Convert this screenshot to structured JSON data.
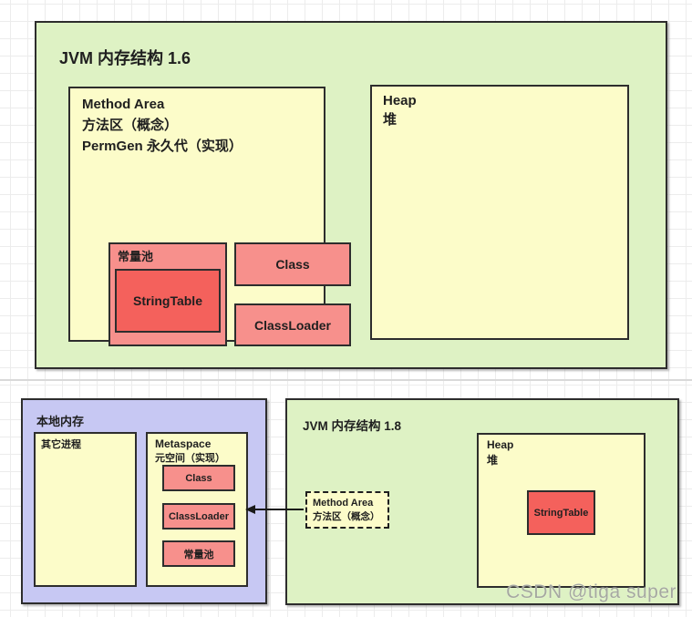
{
  "colors": {
    "container_green": "#def2c4",
    "node_yellow": "#fcfcc9",
    "node_pink": "#f7908c",
    "node_red": "#f4615c",
    "native_purple": "#c7c8f3",
    "border_dark": "#2d2d2d",
    "grid_line": "#ececec",
    "watermark_gray": "#a5a8a0"
  },
  "section_16": {
    "title": "JVM 内存结构 1.6",
    "method_area": {
      "line1": "Method Area",
      "line2": "方法区（概念）",
      "line3": "PermGen 永久代（实现）",
      "constant_pool": {
        "label": "常量池",
        "string_table": "StringTable"
      },
      "class_box": "Class",
      "class_loader_box": "ClassLoader"
    },
    "heap": {
      "line1": "Heap",
      "line2": "堆"
    }
  },
  "native_memory": {
    "title": "本地内存",
    "other_process": "其它进程",
    "metaspace": {
      "line1": "Metaspace",
      "line2": "元空间（实现）",
      "class_box": "Class",
      "class_loader_box": "ClassLoader",
      "constant_pool": "常量池"
    }
  },
  "section_18": {
    "title": "JVM 内存结构 1.8",
    "method_area_dashed": {
      "line1": "Method Area",
      "line2": "方法区（概念）"
    },
    "heap": {
      "line1": "Heap",
      "line2": "堆",
      "string_table": "StringTable"
    },
    "watermark": "CSDN @tiga super"
  }
}
